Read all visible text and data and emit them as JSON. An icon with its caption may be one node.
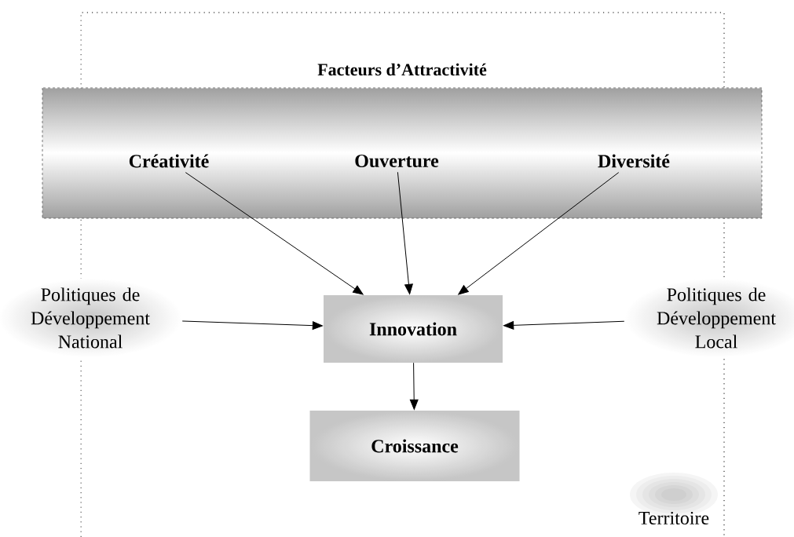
{
  "diagram": {
    "nodes": [
      {
        "text": [
          "Facteurs d’Attractivité"
        ]
      },
      {
        "text": [
          "Créativité"
        ],
        "in": 0
      },
      {
        "text": [
          "Ouverture"
        ],
        "in": 0
      },
      {
        "text": [
          "Diversité"
        ],
        "in": 0
      },
      {
        "text": [
          "Innovation"
        ]
      },
      {
        "text": [
          "Croissance"
        ]
      },
      {
        "text": [
          "Politiques de Développement National"
        ]
      },
      {
        "text": [
          "Politiques de Développement Local"
        ]
      }
    ],
    "edges": [
      {
        "from": 1,
        "to": 4,
        "arrow": "to"
      },
      {
        "from": 2,
        "to": 4,
        "arrow": "to"
      },
      {
        "from": 3,
        "to": 4,
        "arrow": "to"
      },
      {
        "from": 6,
        "to": 4,
        "arrow": "to"
      },
      {
        "from": 7,
        "to": 4,
        "arrow": "to"
      },
      {
        "from": 4,
        "to": 5,
        "arrow": "to"
      }
    ],
    "labels": [
      "Territoire"
    ]
  }
}
